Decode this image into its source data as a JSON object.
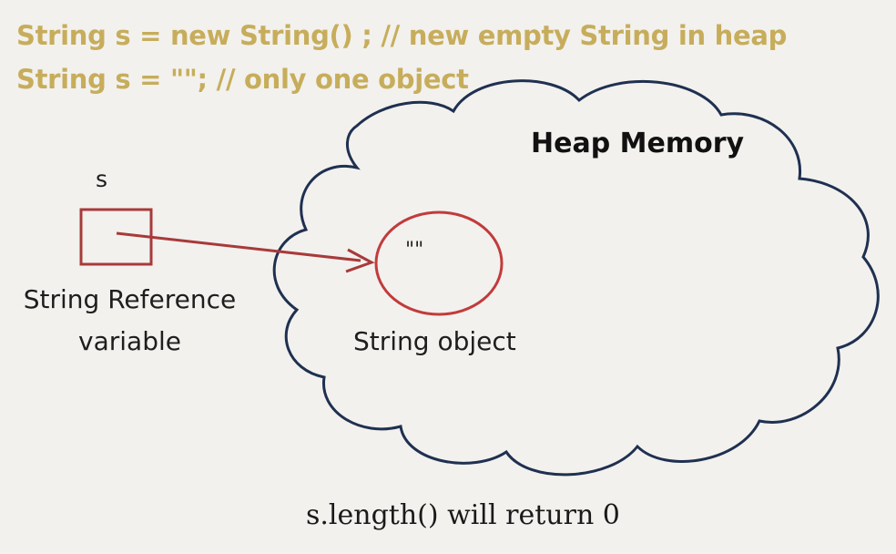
{
  "code": {
    "line1": "String s = new String() ; // new empty String in heap",
    "line2": "String s = \"\"; // only one object"
  },
  "diagram": {
    "heap_title": "Heap Memory",
    "variable_name": "s",
    "reference_label_line1": "String Reference",
    "reference_label_line2": "variable",
    "object_content": "\"\"",
    "object_label": "String object",
    "length_note": "s.length() will return 0"
  },
  "colors": {
    "background": "#f2f1ee",
    "code_text": "#c7ad5b",
    "cloud_outline": "#1f3050",
    "reference_box": "#a83a3a",
    "arrow": "#a83a3a",
    "object_circle": "#c23b3b"
  }
}
